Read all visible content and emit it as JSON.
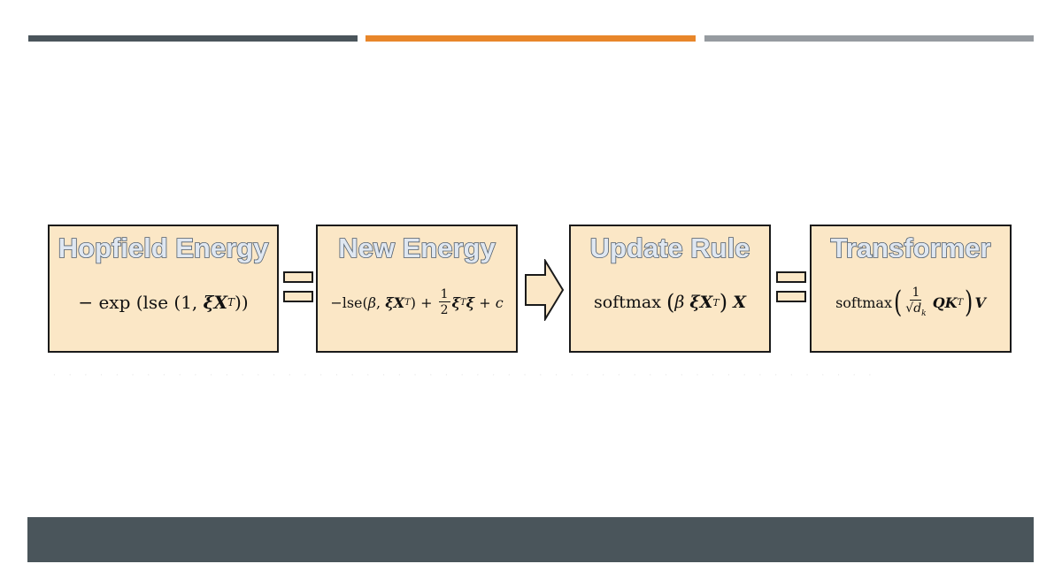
{
  "colors": {
    "bar_left": "#4a555b",
    "bar_middle": "#e8862a",
    "bar_right": "#969ba0",
    "footer": "#4a555b",
    "box_fill": "#fbe7c6",
    "arrow_fill": "#fbe7c6"
  },
  "boxes": [
    {
      "title": "Hopfield Energy"
    },
    {
      "title": "New Energy"
    },
    {
      "title": "Update Rule"
    },
    {
      "title": "Transformer"
    }
  ],
  "connectors": [
    "equals-sign",
    "arrow",
    "equals-sign"
  ]
}
